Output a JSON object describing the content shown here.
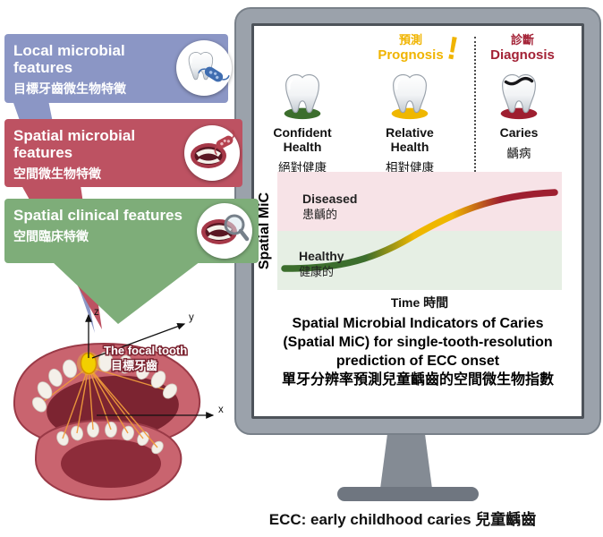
{
  "colors": {
    "banner_blue": "#8b96c5",
    "banner_red": "#bd5262",
    "banner_green": "#7ead79",
    "prognosis_yellow": "#f0b400",
    "diagnosis_red": "#a32135",
    "health_green": "#3c6e2d",
    "relative_yellow": "#efb700",
    "caries_red": "#9e1f30",
    "diseased_band": "#f7e3e7",
    "healthy_band": "#e6efe4",
    "monitor_frame": "#9ba2ab",
    "focal_tooth_yellow": "#f2cf00"
  },
  "banners": [
    {
      "title": "Local microbial features",
      "subtitle": "目標牙齒微生物特徵",
      "icon": "tooth-with-bacterium",
      "color": "#8b96c5"
    },
    {
      "title": "Spatial microbial features",
      "subtitle": "空間微生物特徵",
      "icon": "mouth-with-bacterium",
      "color": "#bd5262"
    },
    {
      "title": "Spatial clinical features",
      "subtitle": "空間臨床特徵",
      "icon": "mouth-with-magnifier",
      "color": "#7ead79"
    }
  ],
  "anatomy": {
    "focal_tooth_en": "The focal tooth",
    "focal_tooth_zh": "目標牙齒",
    "axis_x": "x",
    "axis_y": "y",
    "axis_z": "z"
  },
  "screen": {
    "prognosis_zh": "預測",
    "prognosis_en": "Prognosis",
    "exclamation": "!",
    "diagnosis_zh": "診斷",
    "diagnosis_en": "Diagnosis",
    "states": [
      {
        "en1": "Confident",
        "en2": "Health",
        "zh": "絕對健康",
        "color": "#3c6e2d"
      },
      {
        "en1": "Relative",
        "en2": "Health",
        "zh": "相對健康",
        "color": "#efb700"
      },
      {
        "en1": "Caries",
        "en2": "",
        "zh": "齲病",
        "color": "#9e1f30"
      }
    ],
    "chart": {
      "y_label": "Spatial MiC",
      "x_label_en": "Time",
      "x_label_zh": "時間",
      "diseased_en": "Diseased",
      "diseased_zh": "患齲的",
      "healthy_en": "Healthy",
      "healthy_zh": "健康的"
    },
    "caption_l1": "Spatial Microbial Indicators of Caries",
    "caption_l2": "(Spatial MiC) for single-tooth-resolution",
    "caption_l3": "prediction of ECC onset",
    "caption_l4": "單牙分辨率預測兒童齲齒的空間微生物指數"
  },
  "footer_en": "ECC: early childhood caries",
  "footer_zh": "兒童齲齒",
  "chart_data": {
    "type": "line",
    "title": "",
    "xlabel": "Time 時間",
    "ylabel": "Spatial MiC",
    "x": [
      0,
      0.1,
      0.2,
      0.3,
      0.4,
      0.5,
      0.6,
      0.7,
      0.8,
      0.9,
      1.0
    ],
    "series": [
      {
        "name": "Spatial MiC trajectory",
        "values": [
          0.15,
          0.16,
          0.18,
          0.24,
          0.36,
          0.5,
          0.64,
          0.76,
          0.83,
          0.87,
          0.88
        ]
      }
    ],
    "bands": [
      {
        "label": "Diseased 患齲的",
        "position": "upper half",
        "color": "#f7e3e7"
      },
      {
        "label": "Healthy 健康的",
        "position": "lower half",
        "color": "#e6efe4"
      }
    ],
    "annotations": [
      "curve colored green (healthy) to yellow (relative health) to dark red (caries)",
      "dashed vertical line separates Prognosis 預測 (left) from Diagnosis 診斷 (right)"
    ],
    "legend": "none",
    "grid": "off"
  }
}
